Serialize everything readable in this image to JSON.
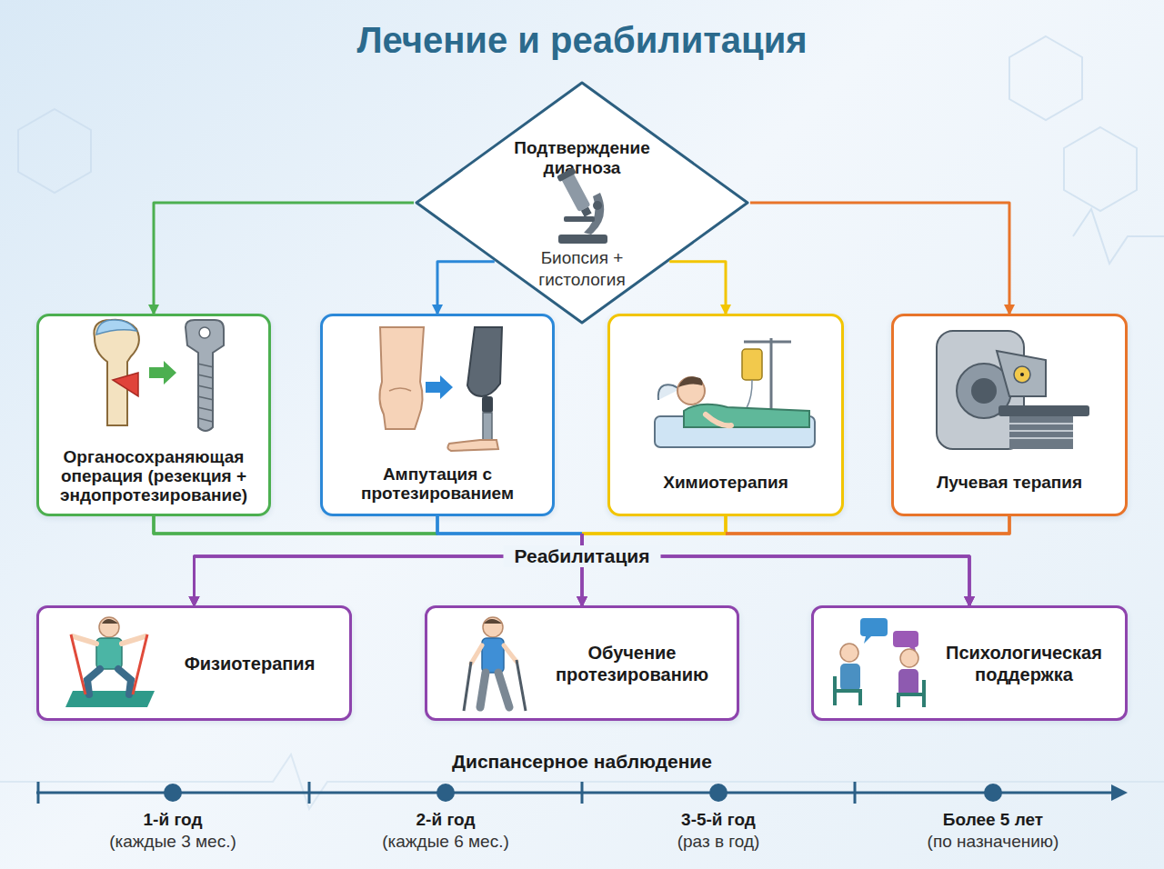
{
  "diagram": {
    "title": "Лечение и реабилитация",
    "nodes": [
      {
        "text": [
          "Подтверждение диагноза",
          "Биопсия + гистология"
        ]
      },
      {
        "text": [
          "Органосохраняющая операция (резекция + эндопротезирование)"
        ]
      },
      {
        "text": [
          "Ампутация с протезированием"
        ]
      },
      {
        "text": [
          "Химиотерапия"
        ]
      },
      {
        "text": [
          "Лучевая терапия"
        ]
      },
      {
        "text": [
          "Физиотерапия"
        ]
      },
      {
        "text": [
          "Обучение протезированию"
        ]
      },
      {
        "text": [
          "Психологическая поддержка"
        ]
      }
    ],
    "edges": [
      {
        "from": 0,
        "to": 1,
        "arrow": "to"
      },
      {
        "from": 0,
        "to": 2,
        "arrow": "to"
      },
      {
        "from": 0,
        "to": 3,
        "arrow": "to"
      },
      {
        "from": 0,
        "to": 4,
        "arrow": "to"
      },
      {
        "from": 1,
        "to": 5,
        "arrow": "to"
      },
      {
        "from": 1,
        "to": 6,
        "arrow": "to"
      },
      {
        "from": 1,
        "to": 7,
        "arrow": "to"
      },
      {
        "from": 2,
        "to": 5,
        "arrow": "to"
      },
      {
        "from": 2,
        "to": 6,
        "arrow": "to"
      },
      {
        "from": 2,
        "to": 7,
        "arrow": "to"
      },
      {
        "from": 3,
        "to": 5,
        "arrow": "to"
      },
      {
        "from": 3,
        "to": 6,
        "arrow": "to"
      },
      {
        "from": 3,
        "to": 7,
        "arrow": "to"
      },
      {
        "from": 4,
        "to": 5,
        "arrow": "to"
      },
      {
        "from": 4,
        "to": 6,
        "arrow": "to"
      },
      {
        "from": 4,
        "to": 7,
        "arrow": "to"
      }
    ],
    "labels": [
      "Реабилитация",
      "Диспансерное наблюдение",
      "1-й год",
      "(каждые 3 мес.)",
      "2-й год",
      "(каждые 6 мес.)",
      "3-5-й год",
      "(раз в год)",
      "Более 5 лет",
      "(по назначению)"
    ]
  }
}
